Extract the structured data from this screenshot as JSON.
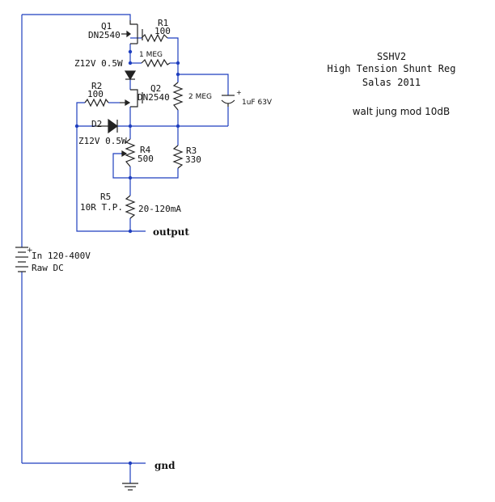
{
  "title_block": {
    "line1": "SSHV2",
    "line2": "High Tension Shunt Reg",
    "line3": "Salas 2011",
    "note": "walt jung mod 10dB"
  },
  "components": {
    "q1_ref": "Q1",
    "q1_part": "DN2540",
    "r1_ref": "R1",
    "r1_val": "100",
    "r_1meg": "1 MEG",
    "z1_label": "Z12V 0.5W",
    "r2_ref": "R2",
    "r2_val": "100",
    "q2_ref": "Q2",
    "q2_part": "DN2540",
    "r_2meg": "2 MEG",
    "cap_val": "1uF 63V",
    "d2_ref": "D2",
    "d2_label": "Z12V 0.5W",
    "r4_ref": "R4",
    "r4_val": "500",
    "r3_ref": "R3",
    "r3_val": "330",
    "r5_ref": "R5",
    "r5_val": "10R T.P.",
    "r5_current": "20-120mA",
    "src_label1": "In 120-400V",
    "src_label2": "Raw DC"
  },
  "nets": {
    "output": "output",
    "gnd": "gnd"
  }
}
